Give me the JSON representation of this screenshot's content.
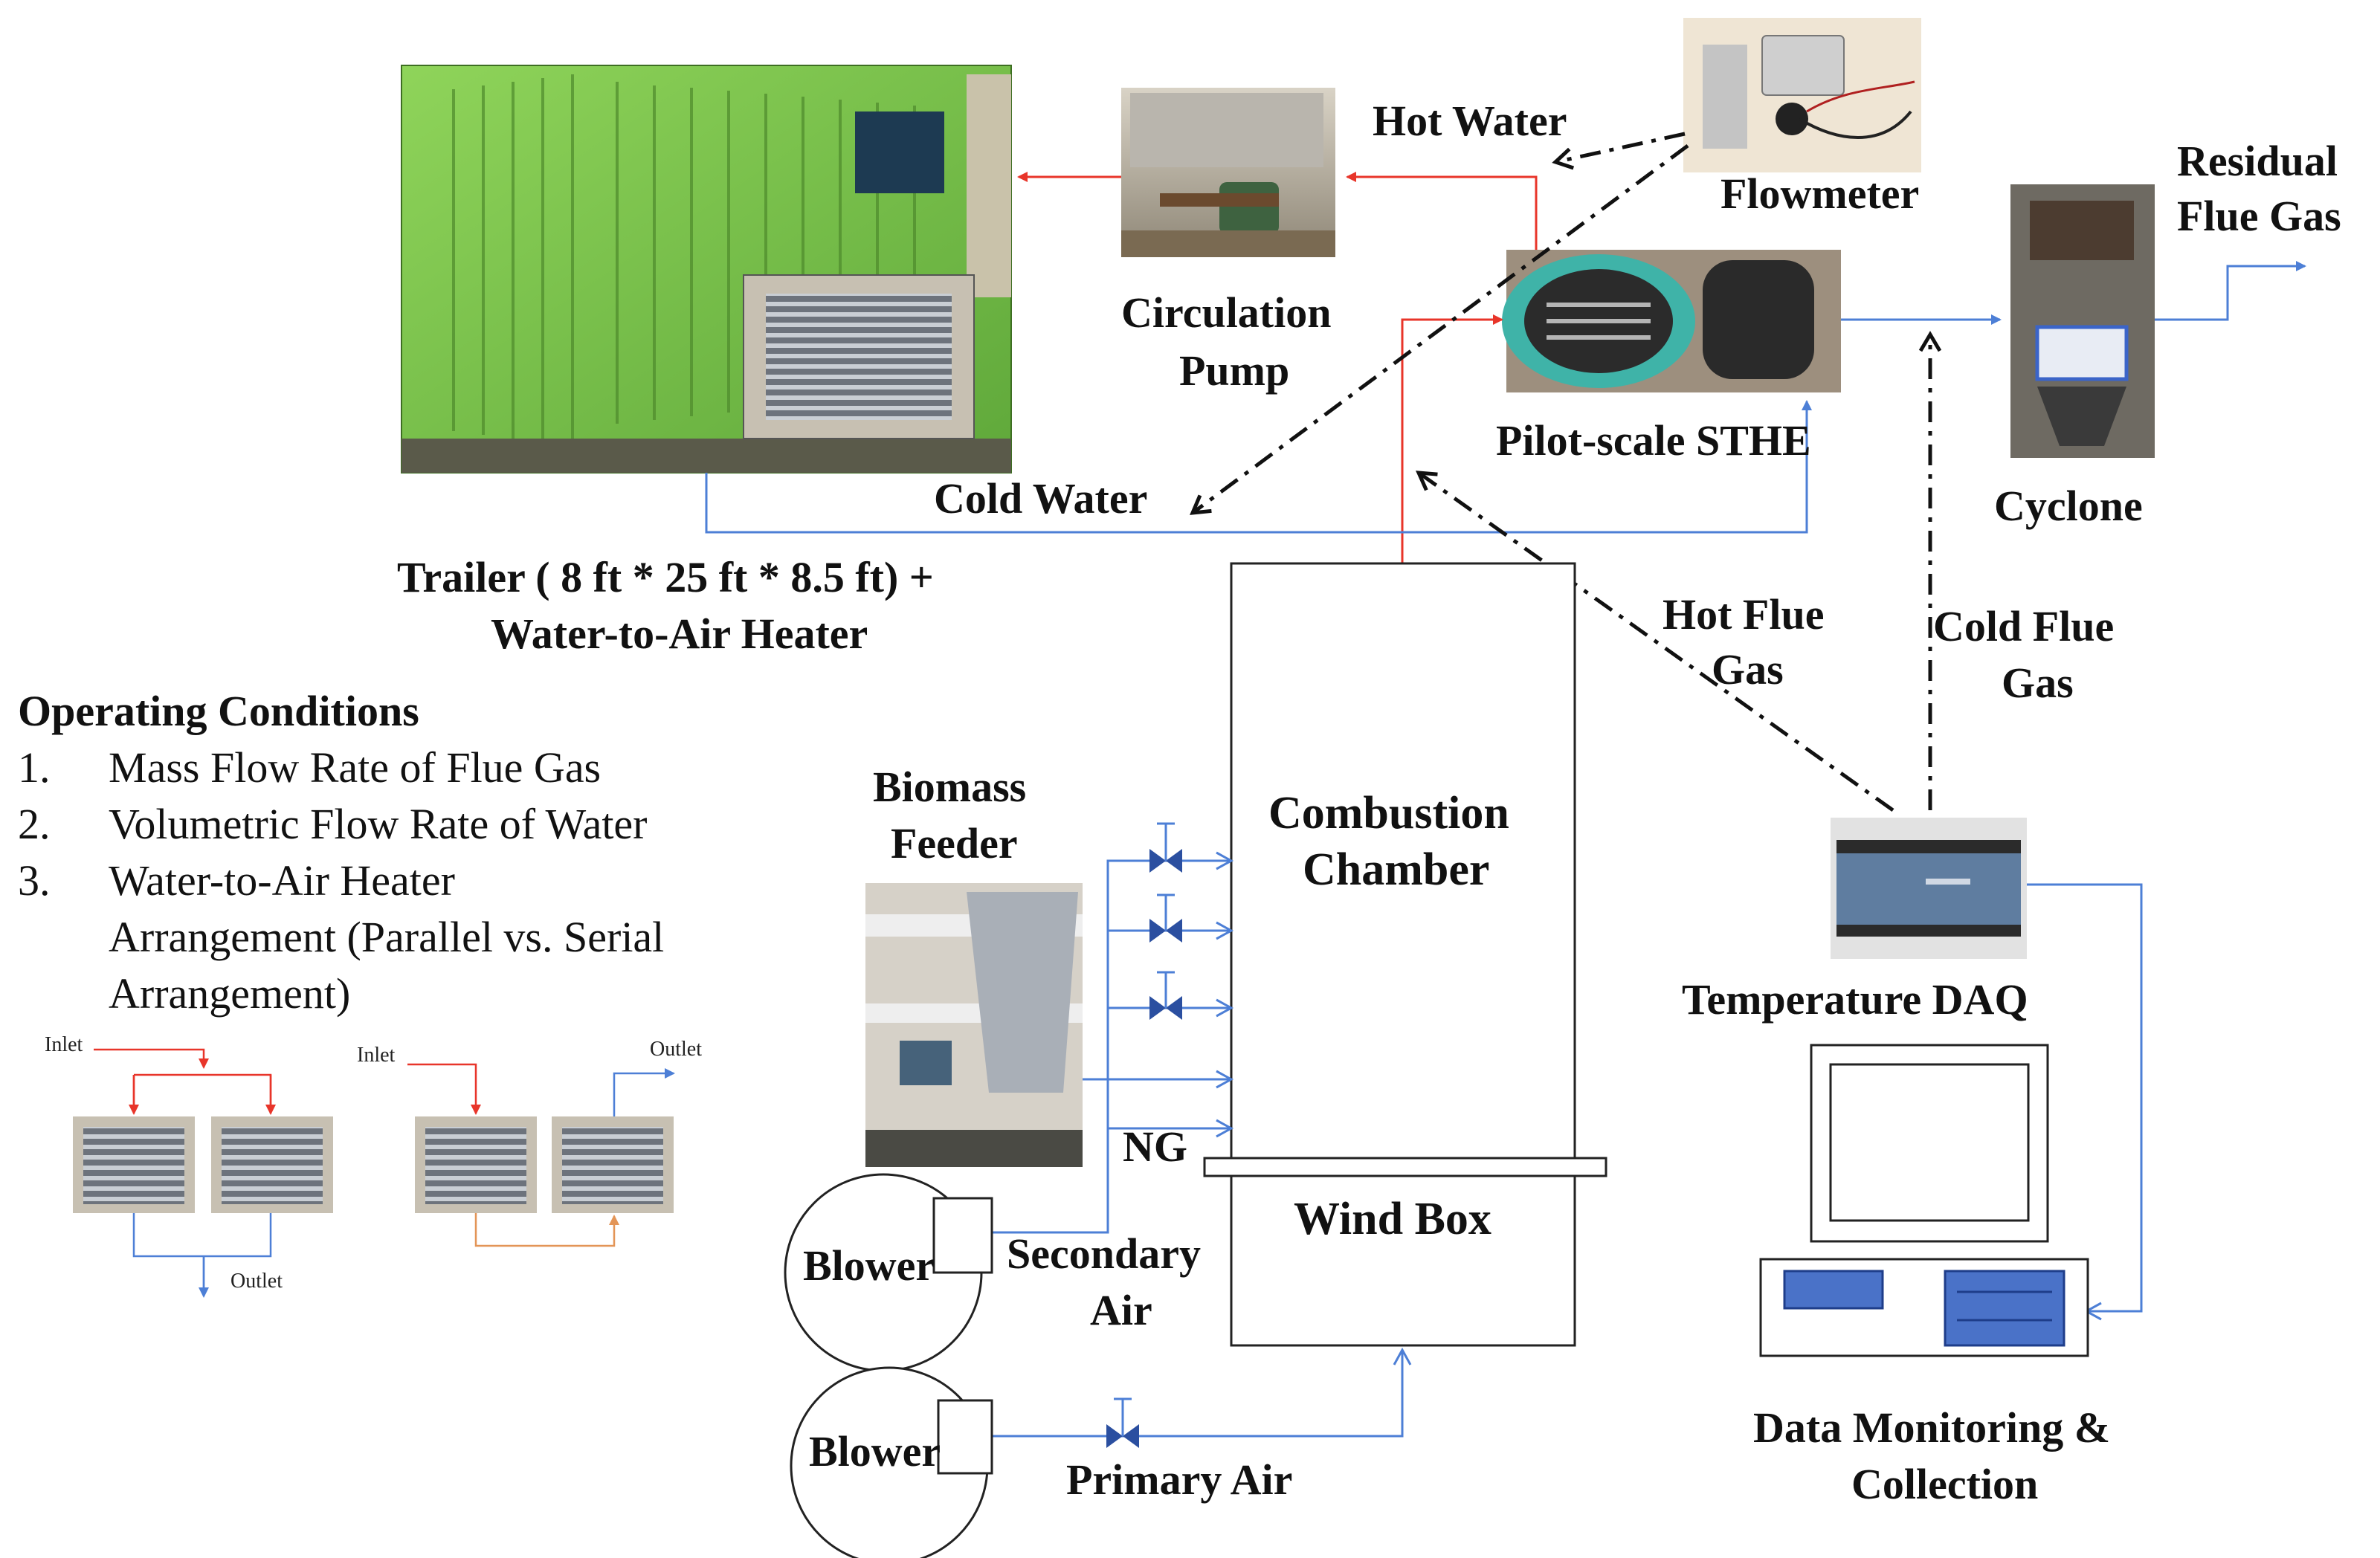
{
  "labels": {
    "hot_water": "Hot Water",
    "flowmeter": "Flowmeter",
    "residual_flue_gas_1": "Residual",
    "residual_flue_gas_2": "Flue Gas",
    "circulation_pump_1": "Circulation",
    "circulation_pump_2": "Pump",
    "pilot_scale_sthe": "Pilot-scale STHE",
    "cyclone": "Cyclone",
    "cold_water": "Cold Water",
    "trailer_1": "Trailer ( 8 ft * 25 ft * 8.5 ft)  +",
    "trailer_2": "Water-to-Air Heater",
    "hot_flue_gas_1": "Hot Flue",
    "hot_flue_gas_2": "Gas",
    "cold_flue_gas_1": "Cold Flue",
    "cold_flue_gas_2": "Gas",
    "combustion_chamber_1": "Combustion",
    "combustion_chamber_2": "Chamber",
    "biomass_feeder_1": "Biomass",
    "biomass_feeder_2": "Feeder",
    "temperature_daq": "Temperature DAQ",
    "ng": "NG",
    "wind_box": "Wind Box",
    "blower_secondary": "Blower",
    "secondary_air_1": "Secondary",
    "secondary_air_2": "Air",
    "blower_primary": "Blower",
    "primary_air": "Primary Air",
    "data_monitoring_1": "Data Monitoring &",
    "data_monitoring_2": "Collection"
  },
  "operating_conditions": {
    "title": "Operating Conditions",
    "items": [
      {
        "num": "1.",
        "lines": [
          "Mass Flow Rate of Flue Gas"
        ]
      },
      {
        "num": "2.",
        "lines": [
          "Volumetric Flow Rate of Water"
        ]
      },
      {
        "num": "3.",
        "lines": [
          "Water-to-Air Heater",
          "Arrangement (Parallel vs. Serial",
          "Arrangement)"
        ]
      }
    ]
  },
  "arrangement_parallel": {
    "inlet": "Inlet",
    "outlet": "Outlet"
  },
  "arrangement_serial": {
    "inlet": "Inlet",
    "outlet": "Outlet"
  },
  "colors": {
    "hot_line": "#e8352a",
    "cold_line": "#4d7fd6",
    "serial_return": "#e39557",
    "valve": "#2b4fa0",
    "container_green": "#7cc84a",
    "daq_body": "#5f7da0",
    "screen_button": "#4a72c8"
  }
}
